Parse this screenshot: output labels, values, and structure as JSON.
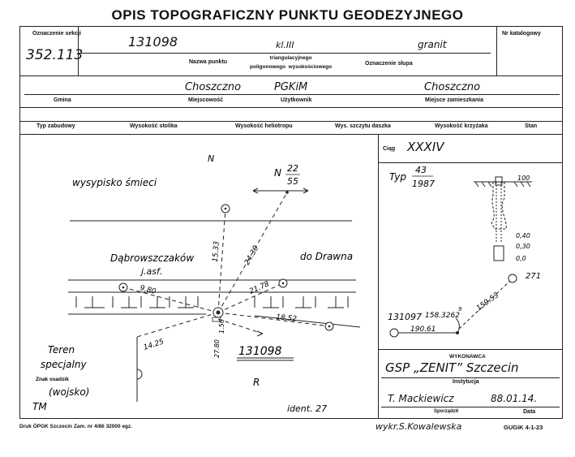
{
  "title": "OPIS TOPOGRAFICZNY PUNKTU GEODEZYJNEGO",
  "header": {
    "sheet_label": "Oznaczenie sekcji",
    "sheet_value": "352.113",
    "point_no": "131098",
    "class_value": "kl.III",
    "pillar_value": "granit",
    "catalog_label": "Nr katalogowy",
    "point_name_label": "Nazwa punktu",
    "point_type_options": "triangulacyjnego\npoligonowego  wysokościowego",
    "pillar_label": "Oznaczenie słupa"
  },
  "location": {
    "gmina_value": "Choszczno",
    "gmina_label": "Gmina",
    "miejscowosc_value": "PGKiM",
    "miejscowosc_label": "Miejscowość",
    "uzytkownik_value": "Choszczno",
    "uzytkownik_label": "Użytkownik",
    "zamieszkanie_label": "Miejsce zamieszkania"
  },
  "specs": {
    "zabudowa": "Typ zabudowy",
    "stolik": "Wysokość stolika",
    "heliotrop": "Wysokość heliotropu",
    "daszek": "Wys. szczytu daszka",
    "krzyzak": "Wysokość krzyżaka",
    "stan": "Stan"
  },
  "sketch": {
    "north": "N",
    "north_frac_num": "22",
    "north_frac_den": "55",
    "wysypisko": "wysypisko śmieci",
    "street": "Dąbrowszczaków",
    "asphalt": "j.asf.",
    "direction": "do Drawna",
    "dist_1533": "15.33",
    "dist_2430": "24.30",
    "dist_980": "9.80",
    "dist_2178": "21.78",
    "dist_1852": "18.52",
    "dist_1425": "14.25",
    "dist_156": "1.56",
    "dist_2780": "27.80",
    "marker_label": "131098",
    "teren1": "Teren",
    "teren2": "specjalny",
    "znak_label": "Znak osadzik",
    "wojsko": "(wojsko)",
    "tm": "TM",
    "r": "R",
    "ident": "ident. 27"
  },
  "right": {
    "ciag_label": "Ciąg",
    "ciag_value": "XXXIV",
    "typ_label": "Typ",
    "typ_num": "43",
    "typ_den": "1987",
    "depth_100": "100",
    "depth_040": "0,40",
    "depth_030": "0,30",
    "depth_00": "0,0",
    "pt_271": "271",
    "pt_131097": "131097",
    "angle": "158.3262",
    "angle_sup": "9",
    "dist_15953": "159.53",
    "dist_19061": "190.61",
    "wykonawca_label": "WYKONAWCA",
    "wykonawca_value": "GSP „ZENIT” Szczecin",
    "instytucja_label": "Instytucja",
    "opracowal_value": "T. Mackiewicz",
    "data_value": "88.01.14.",
    "opracowal_label": "Sporządził",
    "data_label": "Data"
  },
  "footer": {
    "druk": "Druk ÓPGK Szczecin Zam. nr 4/86  32000 egz.",
    "wykreslil": "wykr.S.Kowalewska",
    "gugik": "GUGiK 4-1-23"
  }
}
